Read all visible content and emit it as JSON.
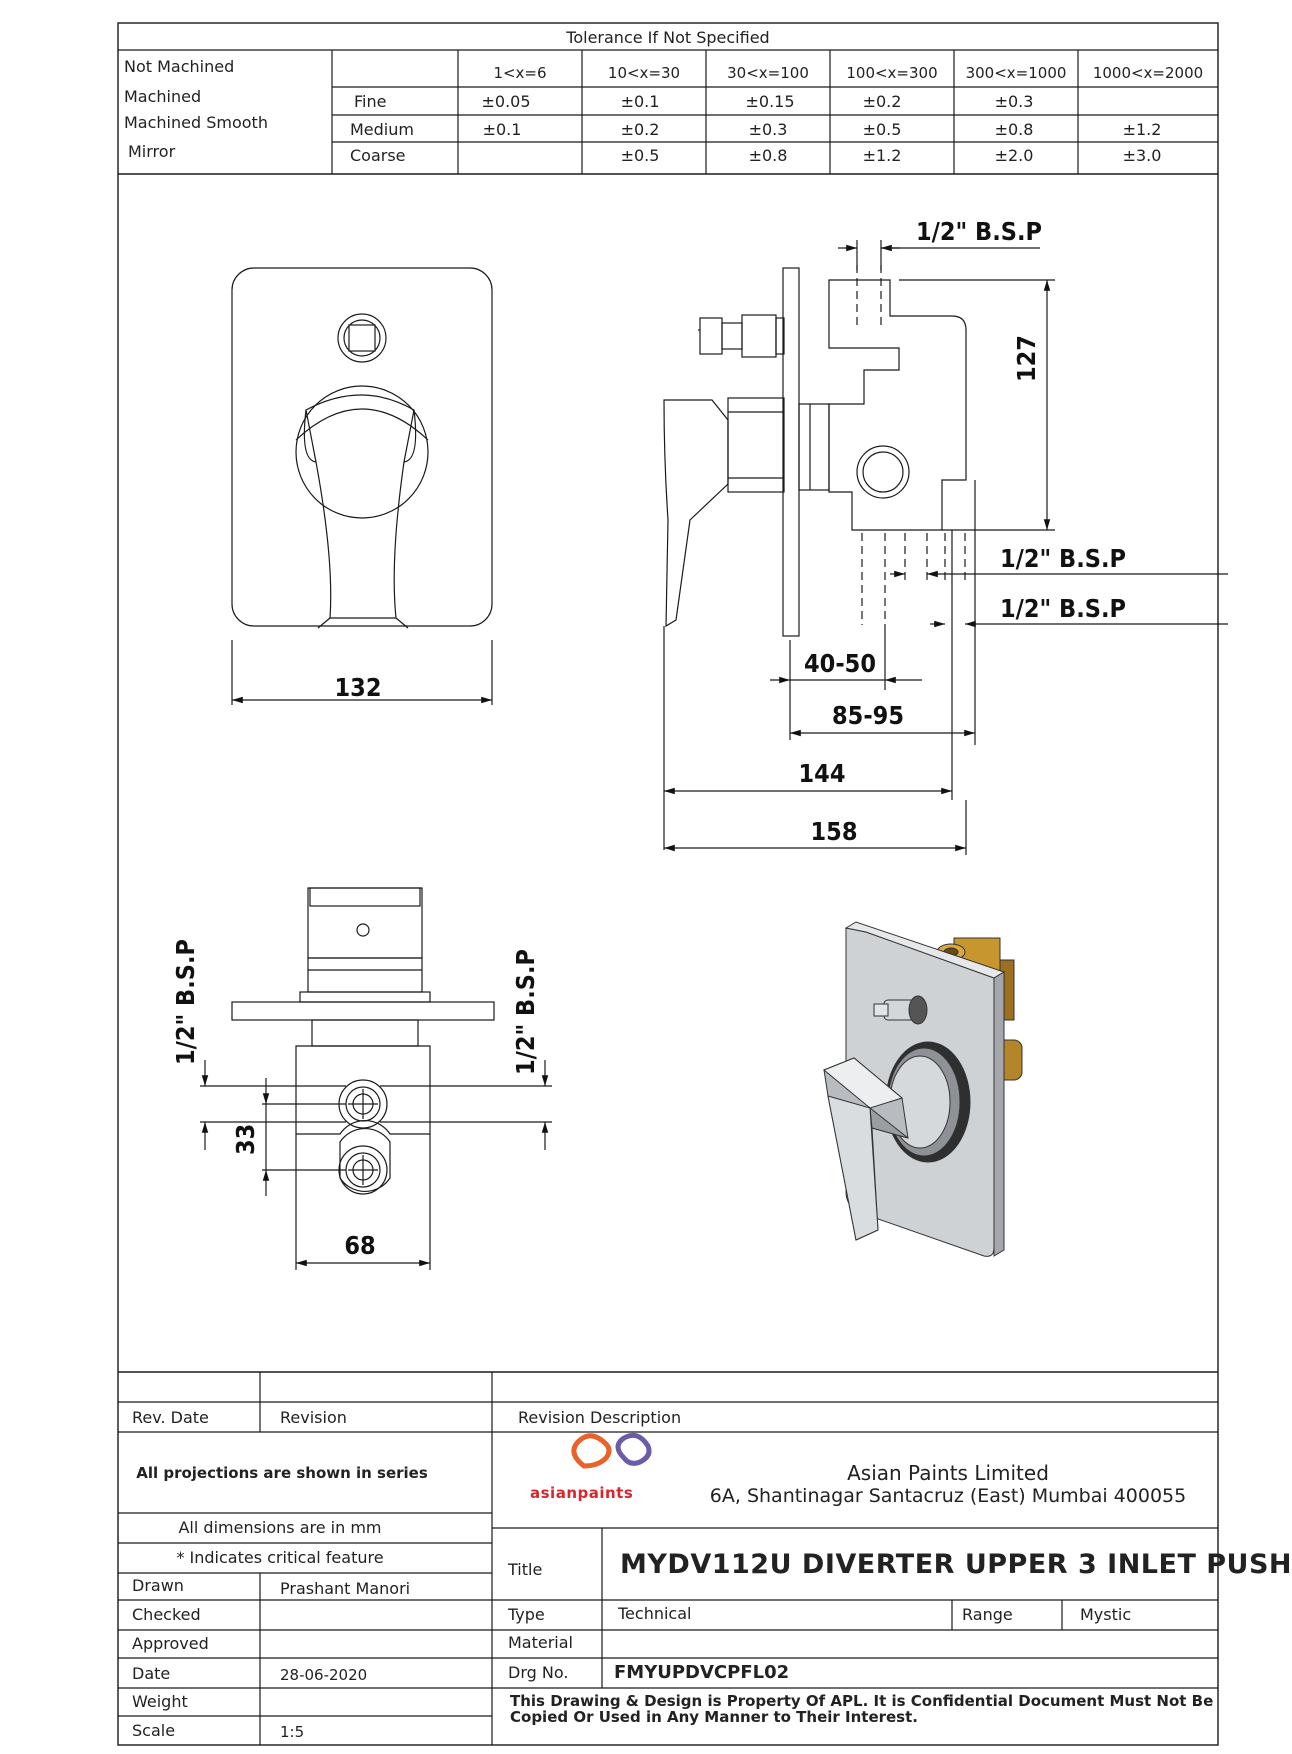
{
  "tolerance": {
    "title": "Tolerance If Not Specified",
    "labels": [
      "Not Machined",
      "Machined",
      "Machined Smooth",
      "Mirror"
    ],
    "ranges": [
      "1<x=6",
      "10<x=30",
      "30<x=100",
      "100<x=300",
      "300<x=1000",
      "1000<x=2000"
    ],
    "rows": [
      {
        "grade": "Fine",
        "values": [
          "±0.05",
          "±0.1",
          "±0.15",
          "±0.2",
          "±0.3",
          ""
        ]
      },
      {
        "grade": "Medium",
        "values": [
          "±0.1",
          "±0.2",
          "±0.3",
          "±0.5",
          "±0.8",
          "±1.2"
        ]
      },
      {
        "grade": "Coarse",
        "values": [
          "",
          "±0.5",
          "±0.8",
          "±1.2",
          "±2.0",
          "±3.0"
        ]
      }
    ]
  },
  "dimensions": {
    "front_width": "132",
    "side_bsp_top": "1/2\" B.S.P",
    "side_height": "127",
    "side_bsp_mid": "1/2\" B.S.P",
    "side_bsp_low": "1/2\" B.S.P",
    "d40_50": "40-50",
    "d85_95": "85-95",
    "d144": "144",
    "d158": "158",
    "bottom_bsp_left": "1/2\" B.S.P",
    "bottom_bsp_right": "1/2\" B.S.P",
    "bottom_33": "33",
    "bottom_68": "68"
  },
  "colors": {
    "line": "#1a1a1a",
    "brass": "#c8962e",
    "logo_orange": "#e8622a",
    "logo_blue": "#6b5ba8",
    "logo_red": "#d8262e"
  },
  "title_block": {
    "rev_date_label": "Rev. Date",
    "revision_label": "Revision",
    "revision_desc_label": "Revision Description",
    "projections_note": "All projections are shown in series",
    "company_logo_text": "asianpaints",
    "company_name": "Asian Paints Limited",
    "company_address": "6A, Shantinagar Santacruz (East) Mumbai 400055",
    "dimensions_note": "All dimensions are in mm",
    "critical_note": "* Indicates critical feature",
    "drawn_label": "Drawn",
    "drawn_value": "Prashant Manori",
    "checked_label": "Checked",
    "checked_value": "",
    "approved_label": "Approved",
    "approved_value": "",
    "date_label": "Date",
    "date_value": "28-06-2020",
    "weight_label": "Weight",
    "weight_value": "",
    "scale_label": "Scale",
    "scale_value": "1:5",
    "title_label": "Title",
    "title_value": "MYDV112U DIVERTER UPPER 3 INLET PUSH",
    "type_label": "Type",
    "type_value": "Technical",
    "range_label": "Range",
    "range_value": "Mystic",
    "material_label": "Material",
    "material_value": "",
    "drg_label": "Drg No.",
    "drg_value": "FMYUPDVCPFL02",
    "confidential_line1": "This Drawing & Design is Property Of APL. It is Confidential Document Must Not Be",
    "confidential_line2": "Copied Or Used in Any Manner to Their Interest."
  }
}
